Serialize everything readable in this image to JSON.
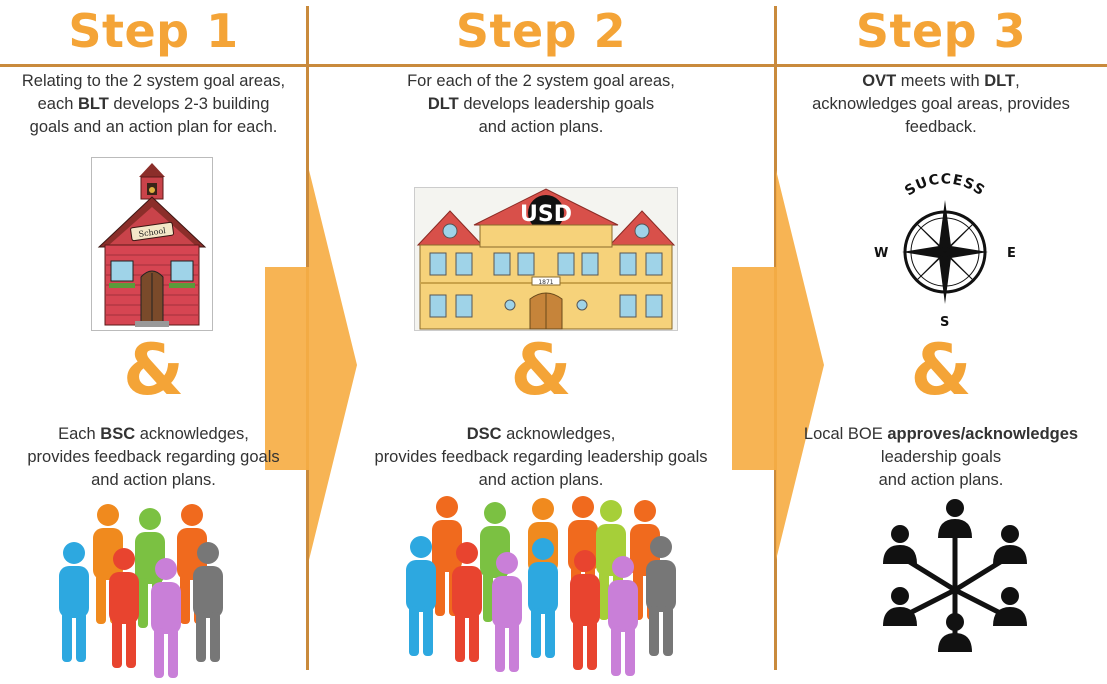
{
  "steps": [
    {
      "title": "Step 1",
      "top_text": [
        [
          "Relating to the 2 system goal areas,"
        ],
        [
          "each ",
          "BLT",
          " develops 2-3 building"
        ],
        [
          "goals and an action plan for each."
        ]
      ],
      "school_sign": "School",
      "ampersand": "&",
      "bottom_text": [
        [
          "Each ",
          "BSC",
          " acknowledges,"
        ],
        [
          "provides feedback regarding goals"
        ],
        [
          "and action plans."
        ]
      ]
    },
    {
      "title": "Step 2",
      "top_text": [
        [
          "For each of the 2 system goal areas,"
        ],
        [
          "",
          "DLT",
          " develops leadership goals"
        ],
        [
          "and action plans."
        ]
      ],
      "building_label": "USD",
      "building_year": "1871",
      "ampersand": "&",
      "bottom_text": [
        [
          "",
          "DSC",
          " acknowledges,"
        ],
        [
          "provides feedback regarding leadership goals"
        ],
        [
          "and action plans."
        ]
      ]
    },
    {
      "title": "Step 3",
      "top_text": [
        [
          "",
          "OVT",
          " meets with ",
          "DLT",
          ","
        ],
        [
          "acknowledges goal areas, provides"
        ],
        [
          "feedback."
        ]
      ],
      "compass": {
        "label": "SUCCESS",
        "w": "W",
        "e": "E",
        "s": "S"
      },
      "ampersand": "&",
      "bottom_text": [
        [
          "Local BOE",
          " approves/acknowledges"
        ],
        [
          "leadership goals"
        ],
        [
          "and action plans."
        ]
      ]
    }
  ],
  "colors": {
    "accent": "#F4A437",
    "divider": "#C98A3C",
    "arrow": "#F6AE45"
  },
  "people_colors": [
    "#2DA8E0",
    "#F08A1E",
    "#7BC142",
    "#E8442F",
    "#C97FD8",
    "#777777",
    "#F06A1E",
    "#A6CF39"
  ]
}
